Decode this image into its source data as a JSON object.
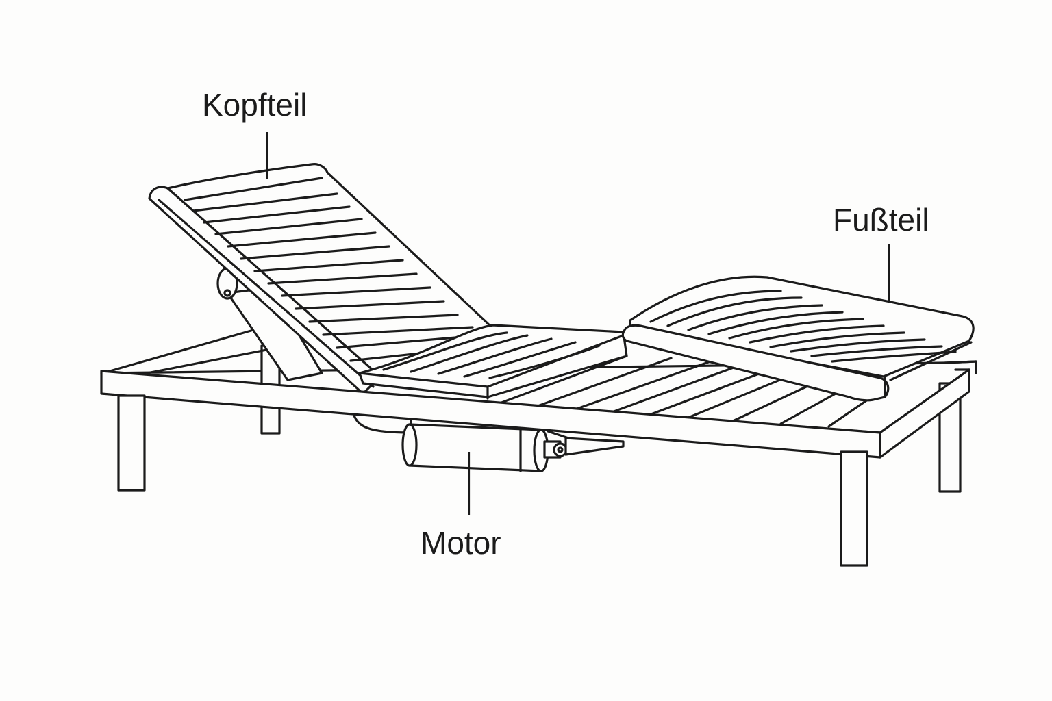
{
  "labels": {
    "head": "Kopfteil",
    "foot": "Fußteil",
    "motor": "Motor"
  },
  "colors": {
    "line": "#1b1b1b",
    "background": "#fdfdfc"
  }
}
